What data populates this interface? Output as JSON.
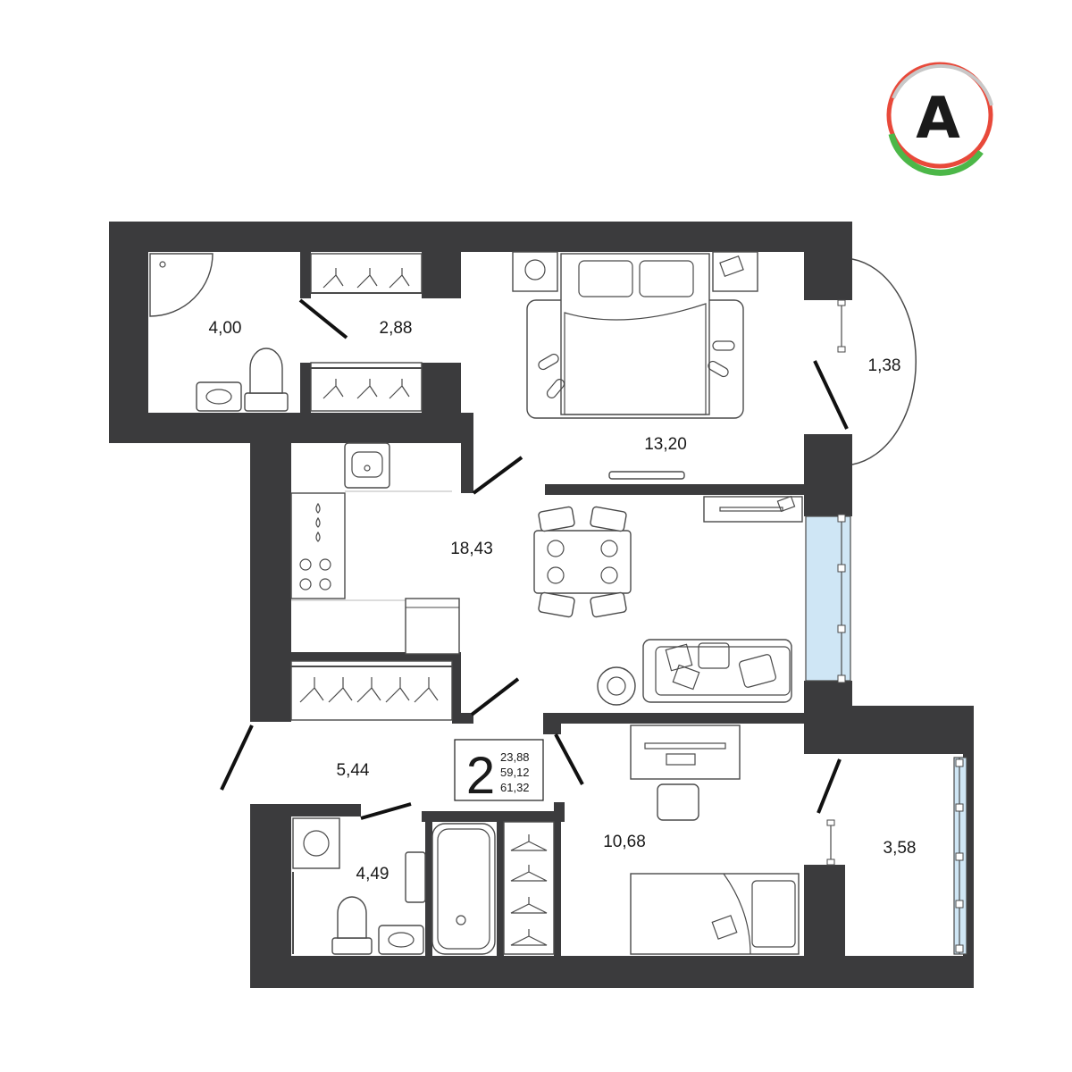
{
  "logo": {
    "letter": "A",
    "ring_colors": [
      "#e8493a",
      "#4cb748",
      "#c8c8c8"
    ]
  },
  "rooms": {
    "bathroom_top": "4,00",
    "wardrobe_top": "2,88",
    "bedroom": "13,20",
    "balcony_round": "1,38",
    "kitchen_living": "18,43",
    "hall": "5,44",
    "bathroom_bottom": "4,49",
    "bedroom_small": "10,68",
    "loggia": "3,58"
  },
  "badge": {
    "rooms_count": "2",
    "living_area": "23,88",
    "total_area": "59,12",
    "total_area_with_balcony": "61,32"
  },
  "colors": {
    "wall": "#3b3b3d",
    "glass": "#cfe6f5"
  }
}
